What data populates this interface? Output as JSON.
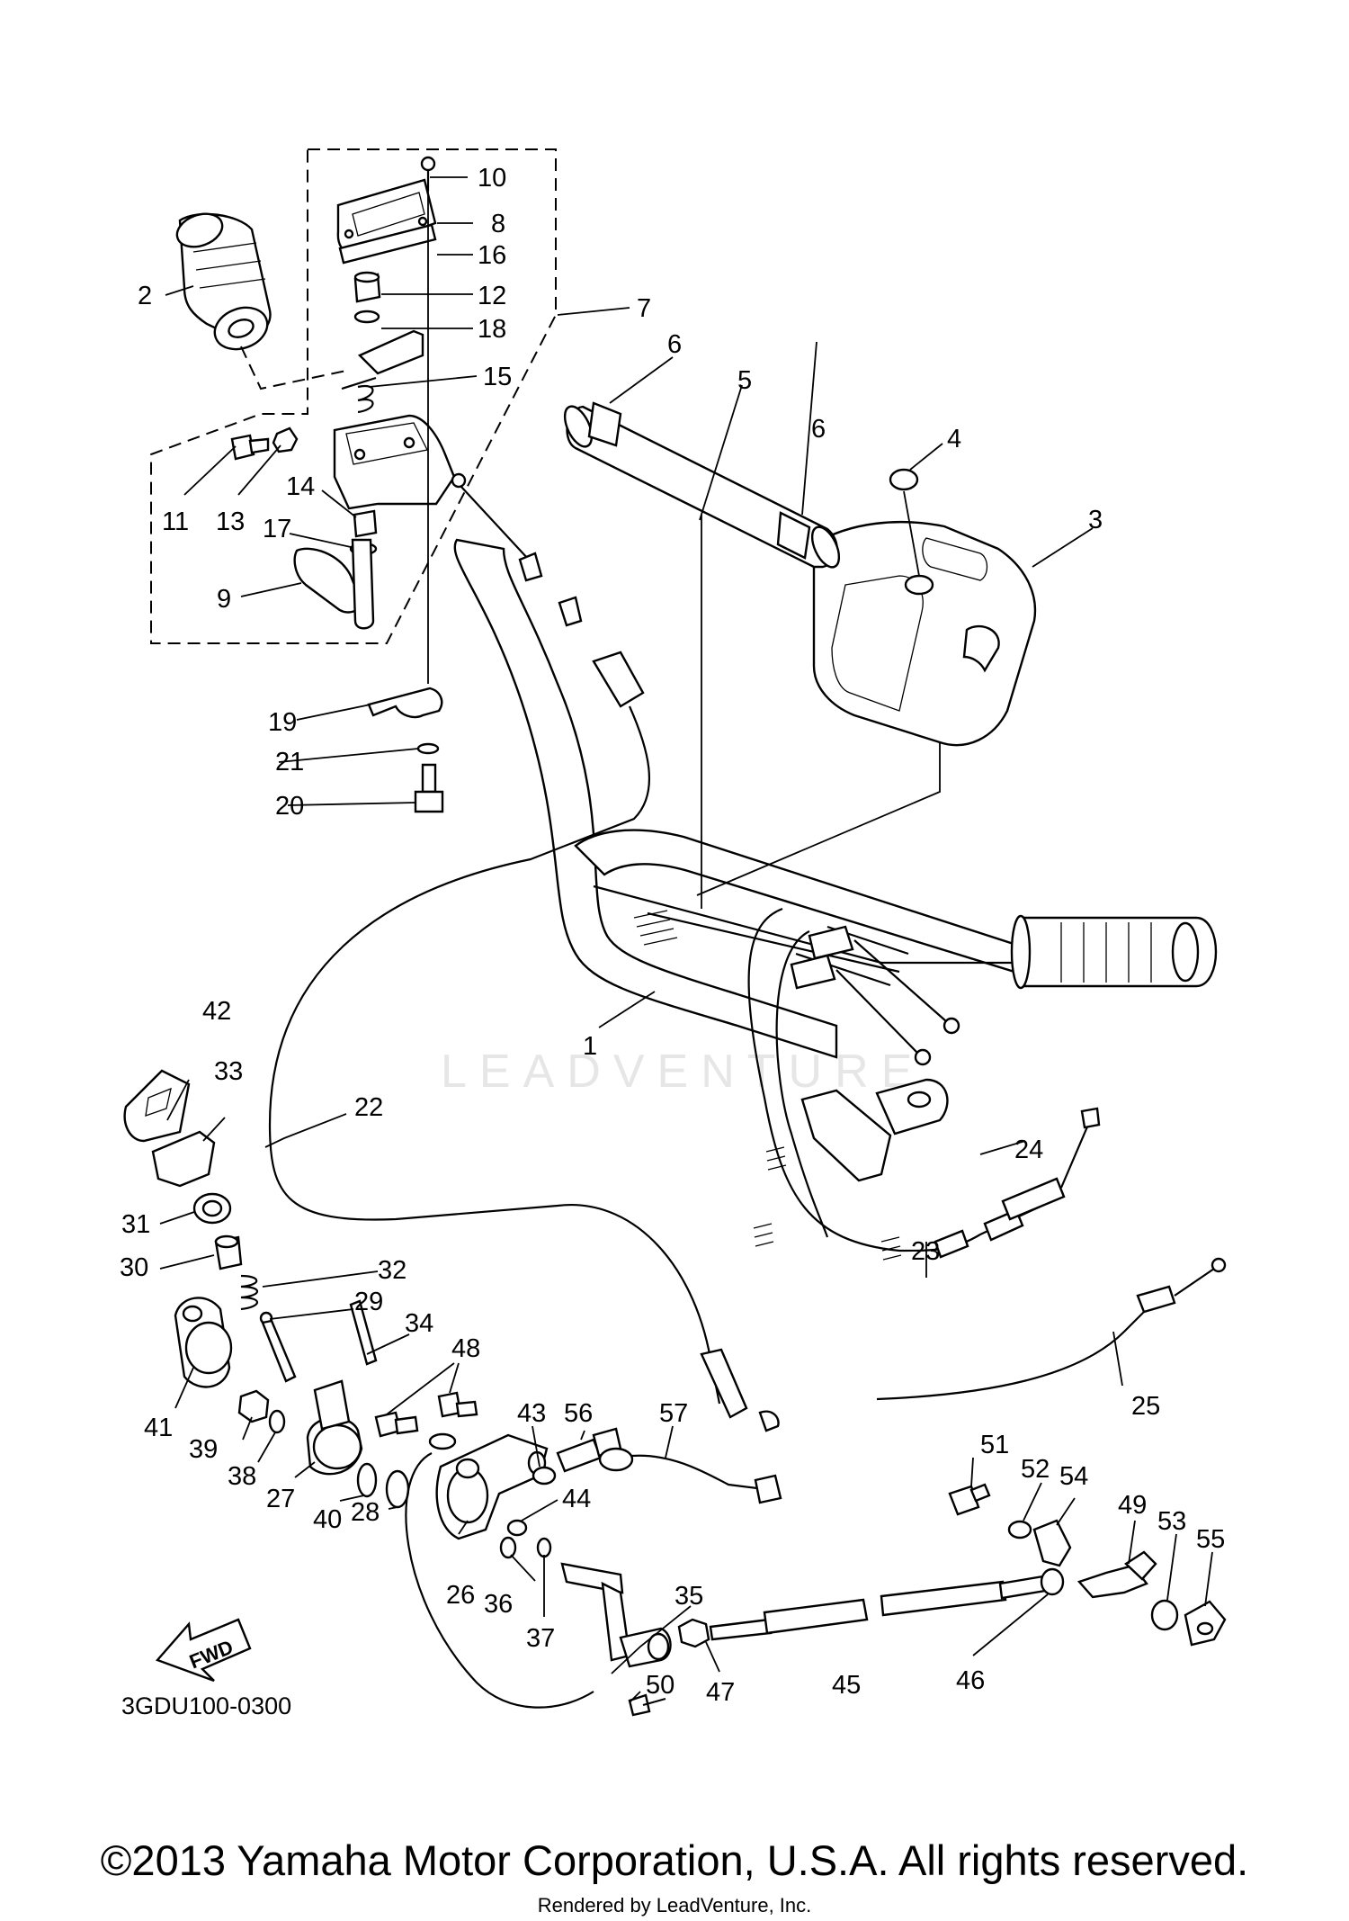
{
  "diagram_code": "3GDU100-0300",
  "watermark": "LEADVENTURE",
  "fwd_label": "FWD",
  "copyright": "©2013 Yamaha Motor Corporation, U.S.A. All rights reserved.",
  "rendered_by": "Rendered by LeadVenture, Inc.",
  "callouts": {
    "c1": "1",
    "c2": "2",
    "c3": "3",
    "c4": "4",
    "c5": "5",
    "c6a": "6",
    "c6b": "6",
    "c7": "7",
    "c8": "8",
    "c9": "9",
    "c10": "10",
    "c11": "11",
    "c12": "12",
    "c13": "13",
    "c14": "14",
    "c15": "15",
    "c16": "16",
    "c17": "17",
    "c18": "18",
    "c19": "19",
    "c20": "20",
    "c21": "21",
    "c22": "22",
    "c23": "23",
    "c24": "24",
    "c25": "25",
    "c26": "26",
    "c27": "27",
    "c28": "28",
    "c29": "29",
    "c30": "30",
    "c31": "31",
    "c32": "32",
    "c33": "33",
    "c34": "34",
    "c35": "35",
    "c36": "36",
    "c37": "37",
    "c38": "38",
    "c39": "39",
    "c40": "40",
    "c41": "41",
    "c42": "42",
    "c43": "43",
    "c44": "44",
    "c45": "45",
    "c46": "46",
    "c47": "47",
    "c48": "48",
    "c49": "49",
    "c50": "50",
    "c51": "51",
    "c52": "52",
    "c53": "53",
    "c54": "54",
    "c55": "55",
    "c56": "56",
    "c57": "57"
  }
}
